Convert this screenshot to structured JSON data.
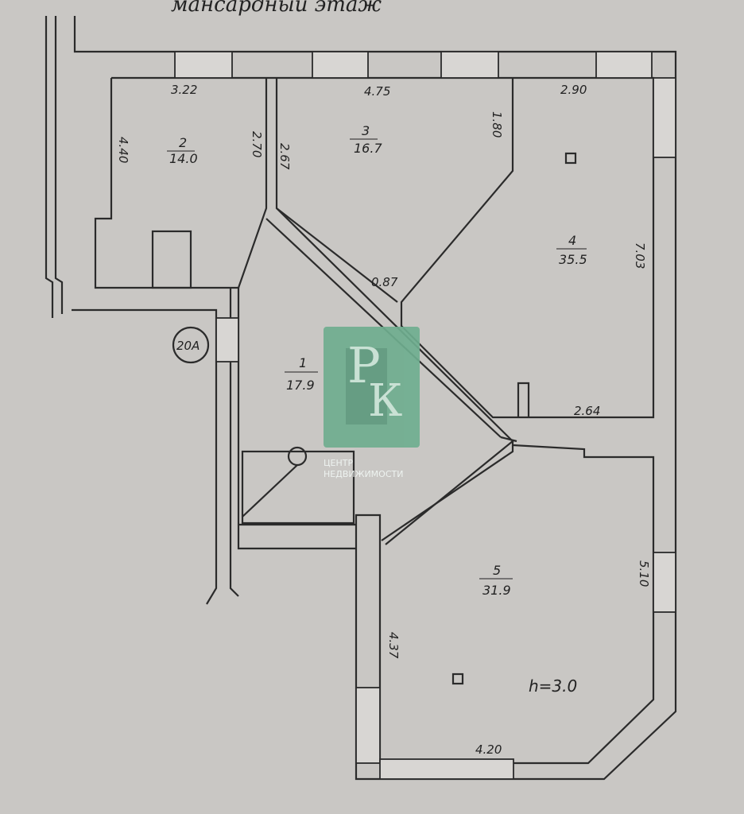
{
  "title": "мансардный этаж",
  "height_note": "h=3.0",
  "marker": "20А",
  "dimensions": {
    "top_room2": "3.22",
    "top_room3": "4.75",
    "top_room4": "2.90",
    "room2_left": "4.40",
    "room2_right": "2.70",
    "room3_left": "2.67",
    "room3_right": "1.80",
    "room3_bottom": "0.87",
    "room4_right": "7.03",
    "room4_bottom": "2.64",
    "room5_right": "5.10",
    "room5_left": "4.37",
    "room5_bottom": "4.20"
  },
  "rooms": [
    {
      "number": "1",
      "area": "17.9"
    },
    {
      "number": "2",
      "area": "14.0"
    },
    {
      "number": "3",
      "area": "16.7"
    },
    {
      "number": "4",
      "area": "35.5"
    },
    {
      "number": "5",
      "area": "31.9"
    }
  ],
  "watermark": {
    "letters": "РК",
    "line1": "ЦЕНТР",
    "line2": "НЕДВИЖИМОСТИ",
    "color": "#6fae8f"
  }
}
